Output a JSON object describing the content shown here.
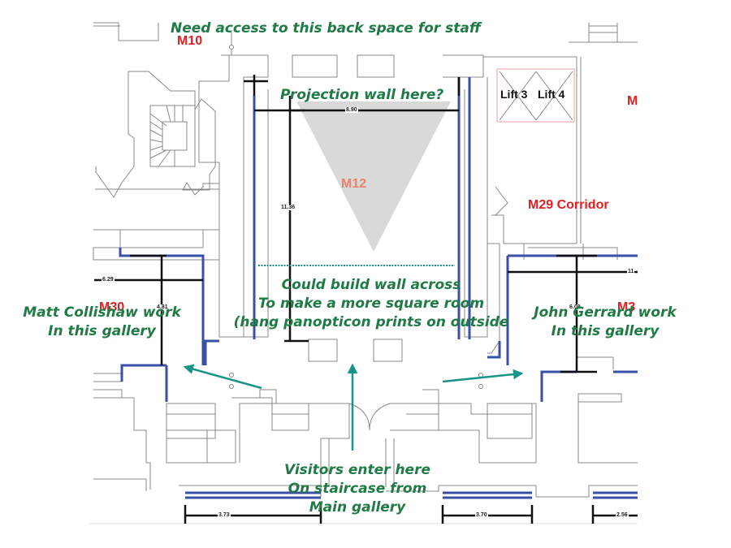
{
  "annotations": {
    "staff_access": "Need access to this back space for staff",
    "projection_wall": "Projection wall here?",
    "build_wall": [
      "Could build wall across",
      "To make a more square room",
      "(hang panopticon prints on outside"
    ],
    "left_gallery": [
      "Matt Collishaw work",
      "In this gallery"
    ],
    "right_gallery": [
      "John Gerrard work",
      "In this gallery"
    ],
    "entrance": [
      "Visitors enter here",
      "On staircase from",
      "Main gallery"
    ]
  },
  "rooms": {
    "m10": "M10",
    "m12": "M12",
    "m29": "M29 Corridor",
    "m30": "M30",
    "m_right_top": "M",
    "m_right_mid": "M3"
  },
  "lifts": [
    "Lift 3",
    "Lift 4"
  ],
  "dimensions": {
    "projection_width": "8.90",
    "room_length": "11.36",
    "left_gallery_width": "6.29",
    "left_gallery_depth": "4.81",
    "right_gallery_width": "11",
    "right_gallery_depth": "6.09",
    "bottom_left": "3.73",
    "bottom_center": "3.70",
    "bottom_right": "2.56"
  },
  "colors": {
    "annotation": "#1f7a45",
    "room_label": "#e02020",
    "m12_label": "#e8826a",
    "wall_highlight": "#3a4fa8",
    "arrow": "#1a9488",
    "projection_cone": "#d9d9d9"
  }
}
